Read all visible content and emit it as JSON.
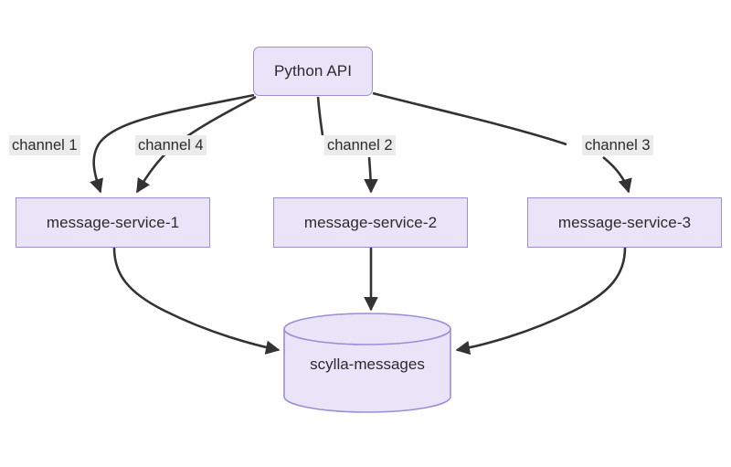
{
  "diagram": {
    "type": "flowchart",
    "title": "",
    "colors": {
      "node_fill": "#e9e4f7",
      "node_stroke": "#9b8ed6",
      "edge_stroke": "#333333",
      "label_background": "#ebebeb",
      "text": "#2b2b2b",
      "page_background": "#ffffff"
    },
    "nodes": [
      {
        "id": "python-api",
        "label": "Python API",
        "shape": "rounded-rect"
      },
      {
        "id": "message-service-1",
        "label": "message-service-1",
        "shape": "rect"
      },
      {
        "id": "message-service-2",
        "label": "message-service-2",
        "shape": "rect"
      },
      {
        "id": "message-service-3",
        "label": "message-service-3",
        "shape": "rect"
      },
      {
        "id": "scylla-messages",
        "label": "scylla-messages",
        "shape": "cylinder"
      }
    ],
    "edges": [
      {
        "from": "python-api",
        "to": "message-service-1",
        "label": "channel 1"
      },
      {
        "from": "python-api",
        "to": "message-service-1",
        "label": "channel 4"
      },
      {
        "from": "python-api",
        "to": "message-service-2",
        "label": "channel 2"
      },
      {
        "from": "python-api",
        "to": "message-service-3",
        "label": "channel 3"
      },
      {
        "from": "message-service-1",
        "to": "scylla-messages",
        "label": ""
      },
      {
        "from": "message-service-2",
        "to": "scylla-messages",
        "label": ""
      },
      {
        "from": "message-service-3",
        "to": "scylla-messages",
        "label": ""
      }
    ],
    "edge_labels": [
      {
        "id": "channel-1",
        "text": "channel 1"
      },
      {
        "id": "channel-4",
        "text": "channel 4"
      },
      {
        "id": "channel-2",
        "text": "channel 2"
      },
      {
        "id": "channel-3",
        "text": "channel 3"
      }
    ]
  }
}
